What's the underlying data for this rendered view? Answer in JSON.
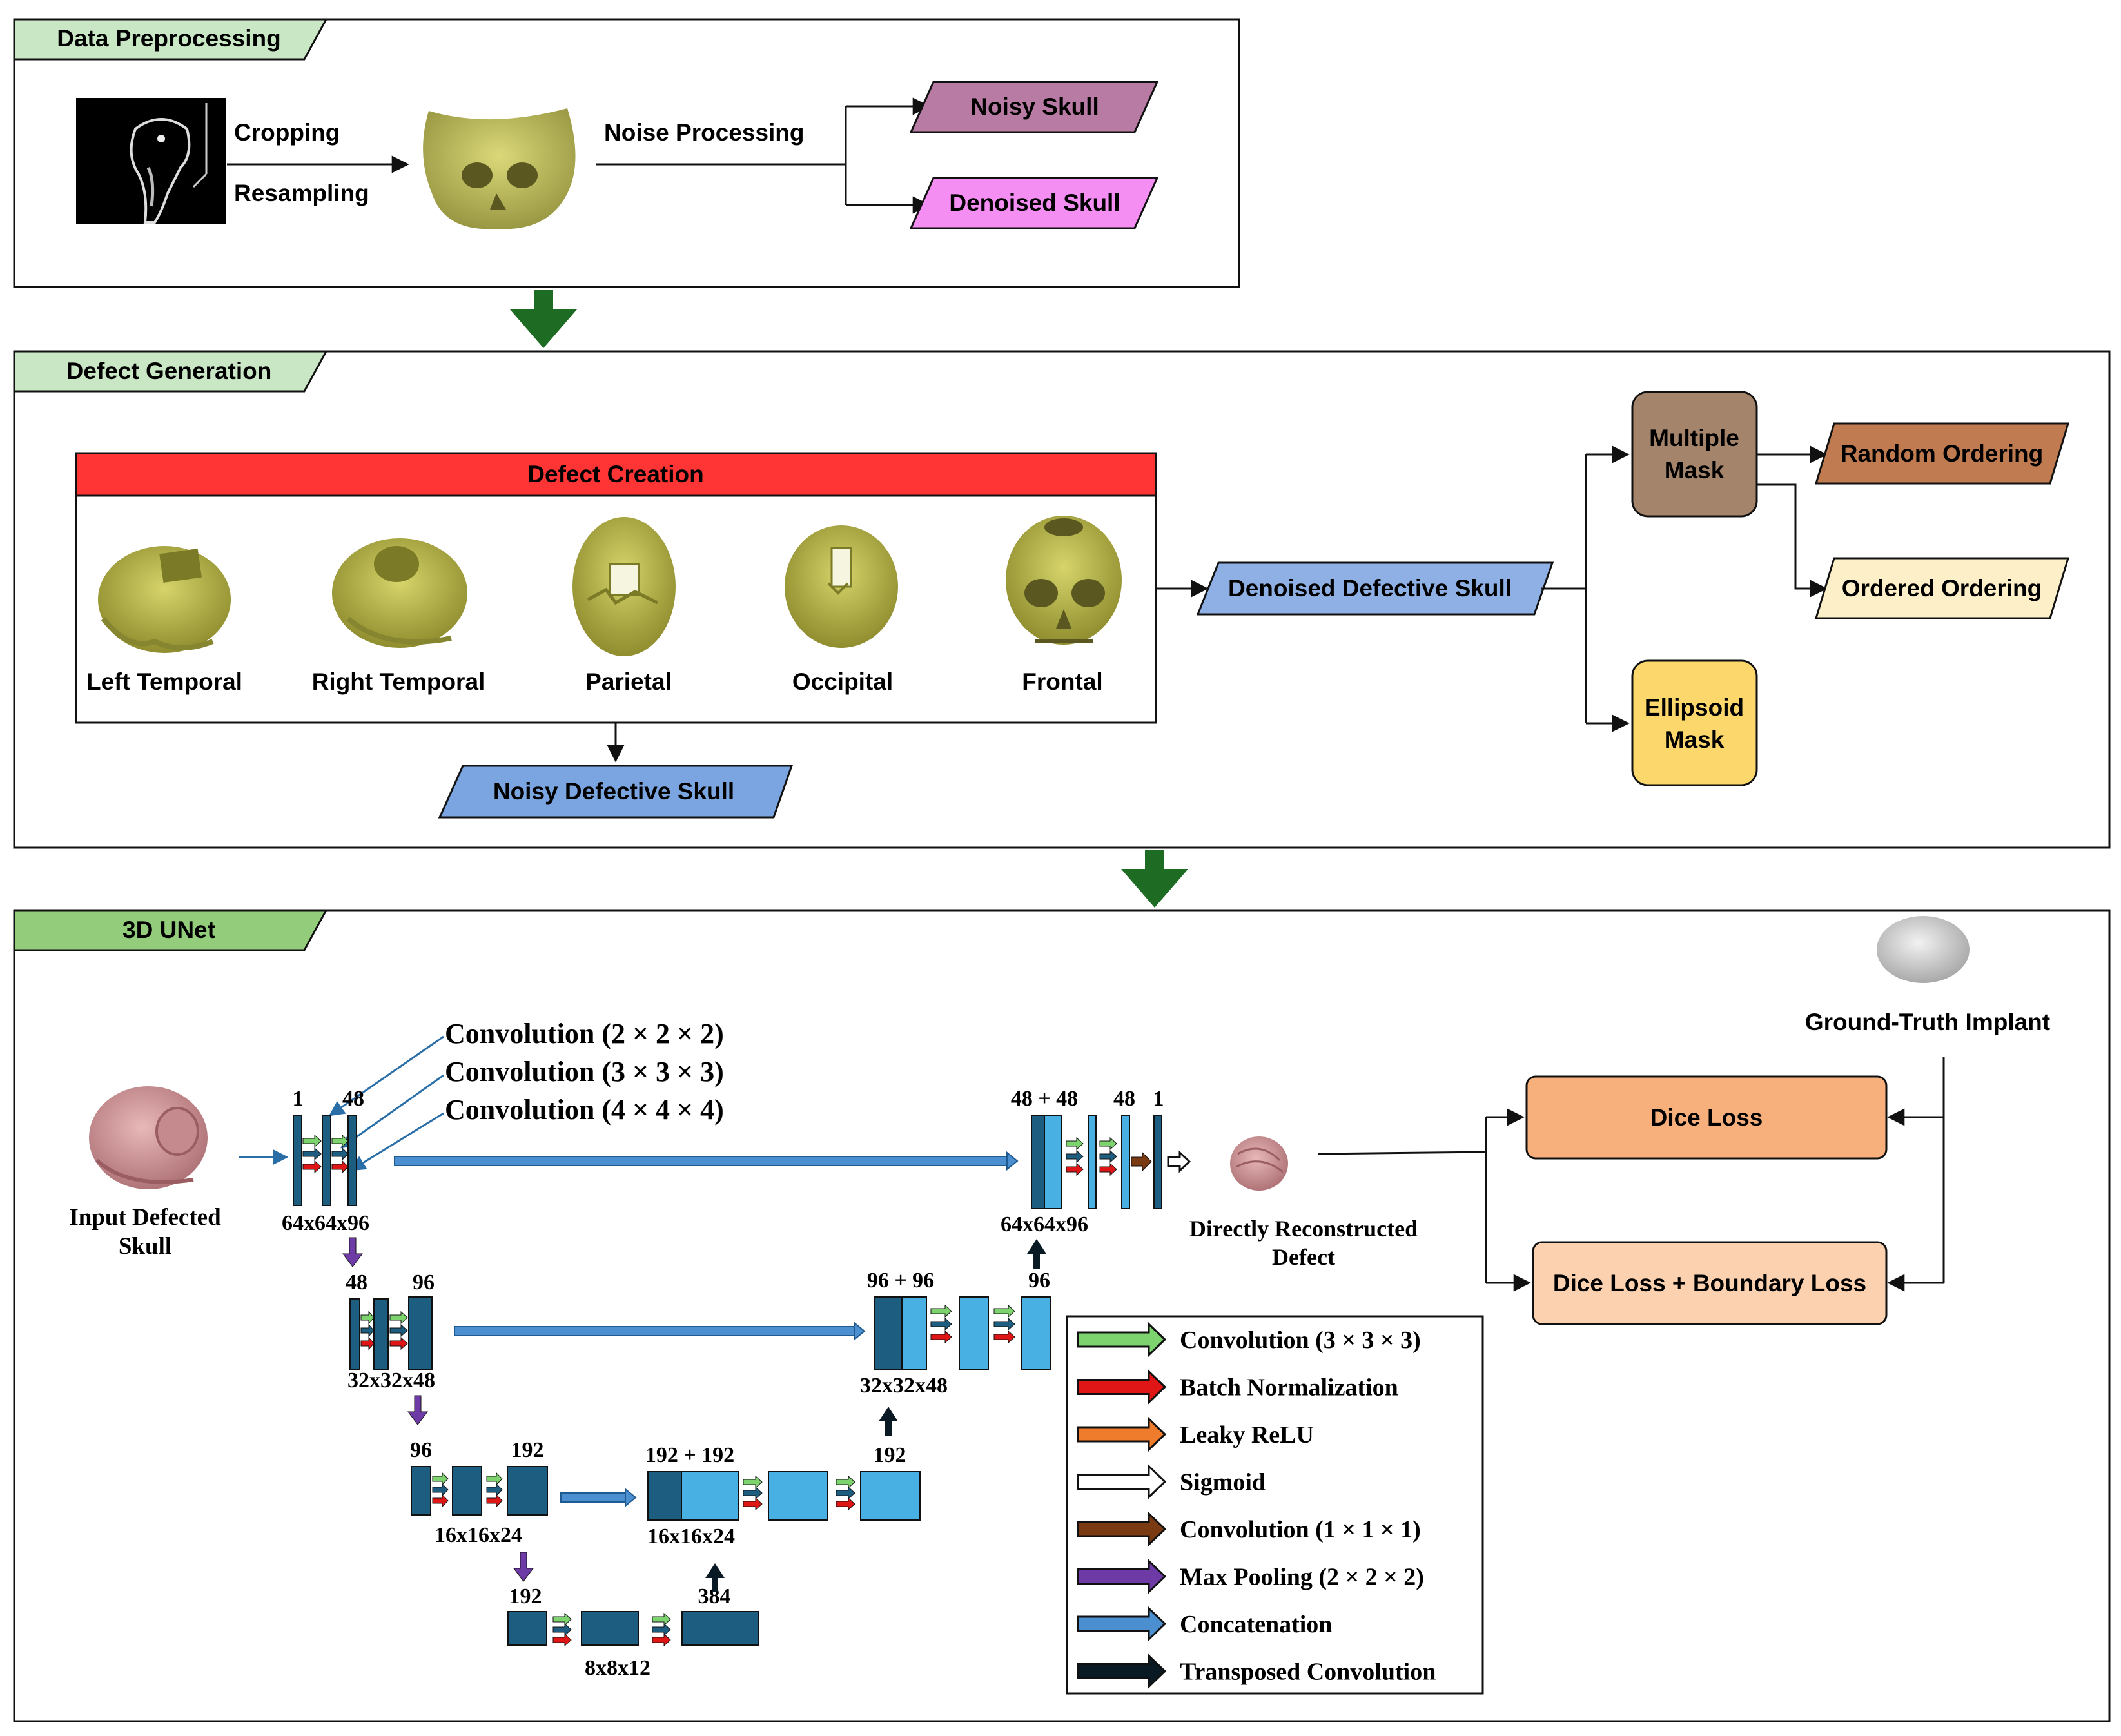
{
  "colors": {
    "section_tab": "#c9e7c4",
    "section_tab_unet": "#93cc7b",
    "down_arrow": "#1e6b23",
    "noisy_skull": "#b87ba4",
    "denoised_skull": "#f58ef2",
    "defect_creation_header": "#ff3535",
    "defective_skull": "#8fb0e4",
    "multiple_mask": "#a4856b",
    "random_ordering": "#c07c50",
    "ordered_ordering": "#fdf0c8",
    "ellipsoid_mask": "#fcd86c",
    "dice_loss": "#f7b07c",
    "dice_boundary_loss": "#fbd1b0",
    "skull_yellow": "#b8b64a",
    "implant_pink": "#d49a9c",
    "encoder_block": "#1d5e80",
    "decoder_block": "#48b0e2",
    "concat_arrow": "#4b8fd0",
    "conv_arrow": "#7dd36e",
    "bn_arrow": "#e01616",
    "leaky_arrow": "#ef7c2c",
    "conv1_arrow": "#7a3b12",
    "pool_arrow": "#6e3aa6",
    "transposed_arrow": "#0a1a24"
  },
  "sections": {
    "preprocessing": {
      "title": "Data Preprocessing",
      "cropping": "Cropping",
      "resampling": "Resampling",
      "noise_processing": "Noise Processing",
      "noisy_skull": "Noisy Skull",
      "denoised_skull": "Denoised Skull"
    },
    "defect": {
      "title": "Defect Generation",
      "creation_header": "Defect Creation",
      "skulls": [
        "Left Temporal",
        "Right Temporal",
        "Parietal",
        "Occipital",
        "Frontal"
      ],
      "noisy_defective": "Noisy Defective Skull",
      "denoised_defective": "Denoised Defective Skull",
      "multiple_mask": [
        "Multiple",
        "Mask"
      ],
      "ellipsoid_mask": [
        "Ellipsoid",
        "Mask"
      ],
      "random_ordering": "Random Ordering",
      "ordered_ordering": "Ordered Ordering"
    },
    "unet": {
      "title": "3D UNet",
      "input_label": [
        "Input Defected",
        "Skull"
      ],
      "output_label": [
        "Directly Reconstructed",
        "Defect"
      ],
      "gt_label": "Ground-Truth Implant",
      "dice_loss": "Dice Loss",
      "dice_boundary_loss": "Dice Loss + Boundary Loss",
      "conv_labels": [
        "Convolution (2 × 2 × 2)",
        "Convolution (3 × 3 × 3)",
        "Convolution (4 × 4 × 4)"
      ],
      "channels": {
        "l1_in": "1",
        "l1_out": "48",
        "l2_in": "48",
        "l2_out": "96",
        "l3_in": "96",
        "l3_out": "192",
        "l4_in": "192",
        "l4_out": "384",
        "d3_cat": "192 + 192",
        "d3_out": "192",
        "d2_cat": "96 + 96",
        "d2_out": "96",
        "d1_cat": "48 + 48",
        "d1_mid": "48",
        "d1_out": "1"
      },
      "sizes": {
        "l1": "64x64x96",
        "l2": "32x32x48",
        "l3": "16x16x24",
        "l4": "8x8x12",
        "d3": "16x16x24",
        "d2": "32x32x48",
        "d1": "64x64x96"
      },
      "legend": [
        {
          "label": "Convolution (3 × 3 × 3)",
          "color": "#7dd36e"
        },
        {
          "label": "Batch Normalization",
          "color": "#e01616"
        },
        {
          "label": "Leaky ReLU",
          "color": "#ef7c2c"
        },
        {
          "label": "Sigmoid",
          "color": "#ffffff"
        },
        {
          "label": "Convolution (1 × 1 × 1)",
          "color": "#7a3b12"
        },
        {
          "label": "Max Pooling (2 × 2 × 2)",
          "color": "#6e3aa6"
        },
        {
          "label": "Concatenation",
          "color": "#4b8fd0"
        },
        {
          "label": "Transposed Convolution",
          "color": "#0a1a24"
        }
      ]
    }
  }
}
